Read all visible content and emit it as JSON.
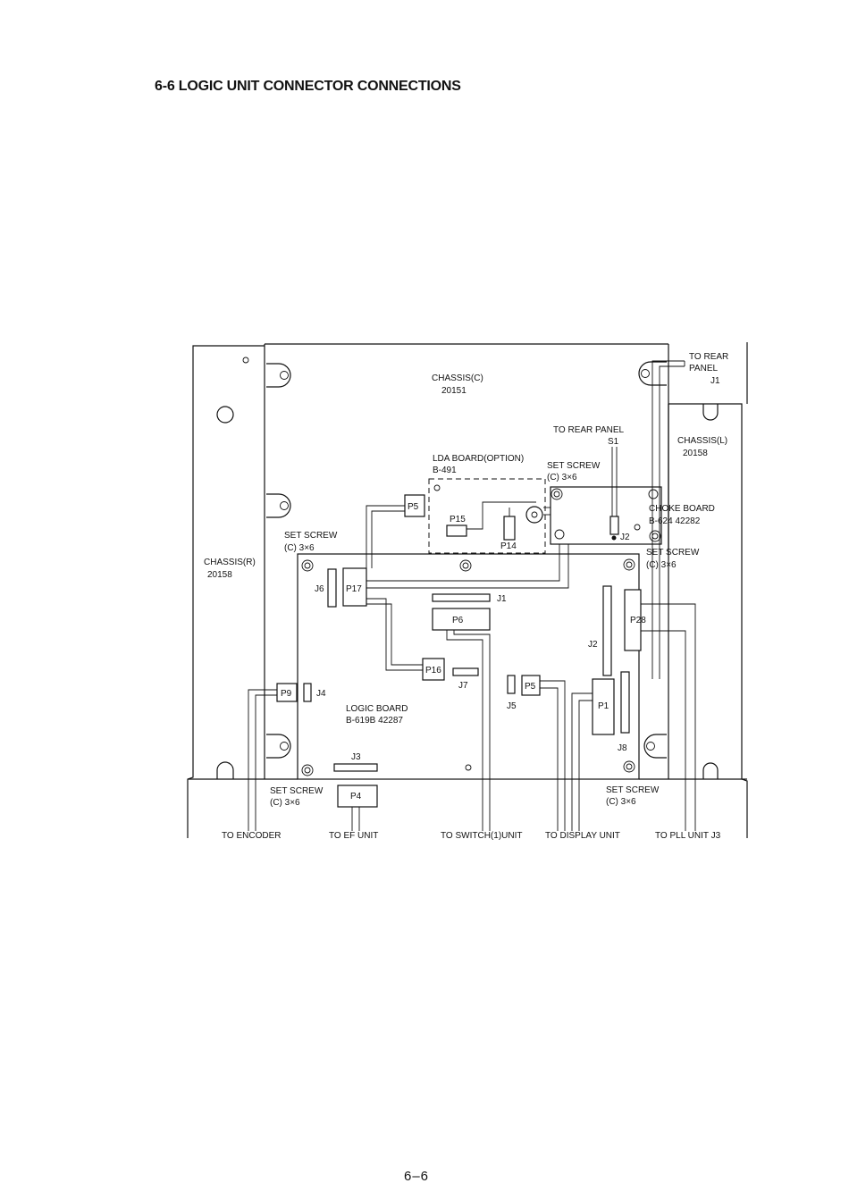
{
  "section_title": "6-6 LOGIC UNIT CONNECTOR CONNECTIONS",
  "page_number": "6–6",
  "labels": {
    "chassis_c": "CHASSIS(C)",
    "chassis_c_num": "20151",
    "chassis_r": "CHASSIS(R)",
    "chassis_r_num": "20158",
    "chassis_l": "CHASSIS(L)",
    "chassis_l_num": "20158",
    "to_rear_panel_top_1": "TO REAR",
    "to_rear_panel_top_2": "PANEL",
    "to_rear_panel_top_3": "J1",
    "to_rear_panel_s1_1": "TO REAR PANEL",
    "to_rear_panel_s1_2": "S1",
    "lda_board_1": "LDA BOARD(OPTION)",
    "lda_board_2": "B-491",
    "set_screw": "SET SCREW",
    "set_screw_spec": "(C) 3×6",
    "choke_board_1": "CHOKE BOARD",
    "choke_board_2": "B-624   42282",
    "logic_board_1": "LOGIC BOARD",
    "logic_board_2": "B-619B  42287",
    "to_encoder": "TO ENCODER",
    "to_ef_unit": "TO EF UNIT",
    "to_switch_unit": "TO SWITCH(1)UNIT",
    "to_display_unit": "TO DISPLAY UNIT",
    "to_pll_unit": "TO PLL UNIT J3"
  },
  "connectors": {
    "p5_top": "P5",
    "p15": "P15",
    "p14": "P14",
    "j2_choke": "J2",
    "j6": "J6",
    "p17": "P17",
    "j1": "J1",
    "p6": "P6",
    "j2": "J2",
    "p28": "P28",
    "p16": "P16",
    "j7": "J7",
    "p9": "P9",
    "j4": "J4",
    "j5": "J5",
    "p5": "P5",
    "p1": "P1",
    "j8": "J8",
    "j3": "J3",
    "p4": "P4"
  }
}
